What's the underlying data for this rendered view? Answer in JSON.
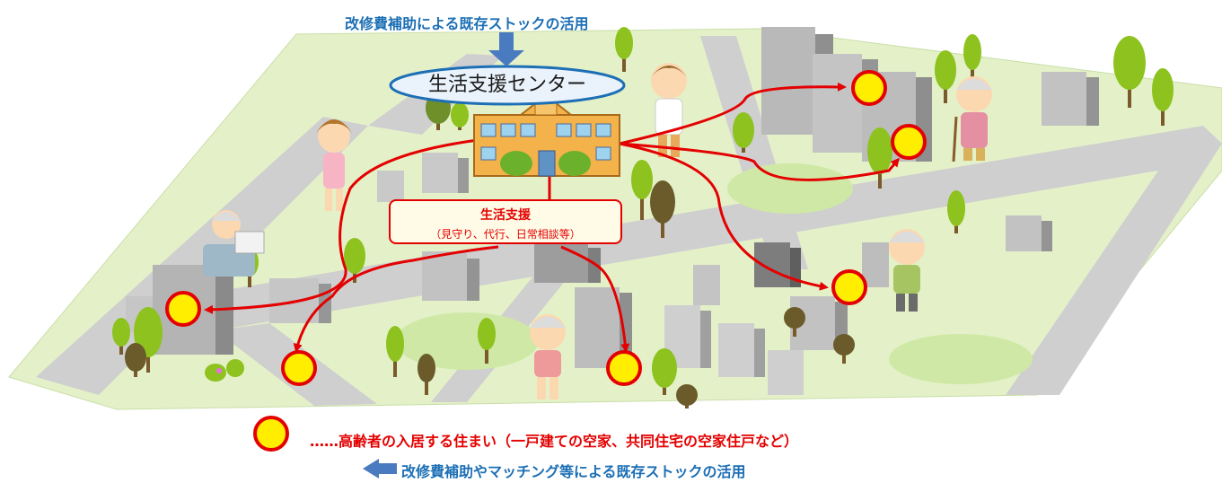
{
  "top_caption": "改修費補助による既存ストックの活用",
  "center": {
    "label": "生活支援センター"
  },
  "support": {
    "title": "生活支援",
    "subtitle": "（見守り、代行、日常相談等）"
  },
  "legend": {
    "text": "……高齢者の入居する住まい（一戸建ての空家、共同住宅の空家住戸など）"
  },
  "bottom_caption": "改修費補助やマッチング等による既存ストックの活用",
  "colors": {
    "ground": "#e4f1c8",
    "road": "#c9c9c9",
    "arrow": "#e40000",
    "circle_fill": "#ffee00",
    "circle_stroke": "#e40000",
    "accent_blue": "#1c6fb5",
    "building_brown": "#f3b24a"
  },
  "icons": [
    "down-arrow-icon",
    "left-arrow-icon",
    "home-marker-icon",
    "tree-icon",
    "building-icon",
    "person-icon"
  ]
}
